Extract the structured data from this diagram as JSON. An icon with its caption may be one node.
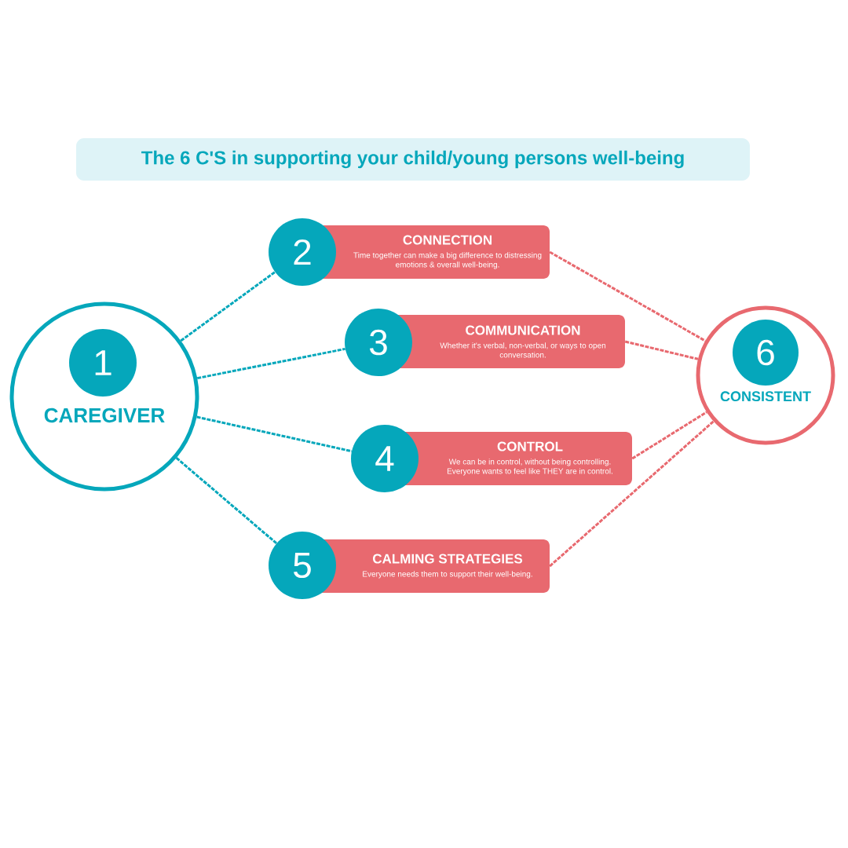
{
  "diagram": {
    "title": "The 6 C'S in supporting your child/young persons well-being",
    "nodes": [
      {
        "text": [
          "CAREGIVER"
        ]
      },
      {
        "text": [
          "1"
        ],
        "in": 0
      },
      {
        "text": [
          "2"
        ]
      },
      {
        "text": [
          "CONNECTION",
          "Time together can make a big difference to distressing emotions & overall well-being."
        ]
      },
      {
        "text": [
          "3"
        ]
      },
      {
        "text": [
          "COMMUNICATION",
          "Whether it's verbal, non-verbal, or ways to open conversation."
        ]
      },
      {
        "text": [
          "4"
        ]
      },
      {
        "text": [
          "CONTROL",
          "We can be in control, without being controlling. Everyone wants to feel like THEY are in control."
        ]
      },
      {
        "text": [
          "5"
        ]
      },
      {
        "text": [
          "CALMING STRATEGIES",
          "Everyone needs them to support their well-being."
        ]
      },
      {
        "text": [
          "CONSISTENT"
        ]
      },
      {
        "text": [
          "6"
        ],
        "in": 10
      }
    ],
    "edges": [
      {
        "from": 0,
        "to": 2,
        "arrow": "none",
        "style": "dashed",
        "color": "#05a7bb"
      },
      {
        "from": 0,
        "to": 4,
        "arrow": "none",
        "style": "dashed",
        "color": "#05a7bb"
      },
      {
        "from": 0,
        "to": 6,
        "arrow": "none",
        "style": "dashed",
        "color": "#05a7bb"
      },
      {
        "from": 0,
        "to": 8,
        "arrow": "none",
        "style": "dashed",
        "color": "#05a7bb"
      },
      {
        "from": 3,
        "to": 10,
        "arrow": "none",
        "style": "dashed",
        "color": "#e8696f"
      },
      {
        "from": 5,
        "to": 10,
        "arrow": "none",
        "style": "dashed",
        "color": "#e8696f"
      },
      {
        "from": 7,
        "to": 10,
        "arrow": "none",
        "style": "dashed",
        "color": "#e8696f"
      },
      {
        "from": 9,
        "to": 10,
        "arrow": "none",
        "style": "dashed",
        "color": "#e8696f"
      }
    ]
  }
}
